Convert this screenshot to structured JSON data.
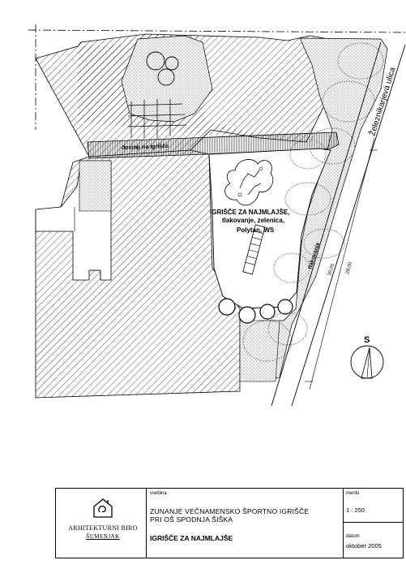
{
  "plan": {
    "street_label": "Železnikarjeva ulica",
    "area_label_1": "IGRIŠČE ZA NAJMLAJŠE,",
    "area_label_2": "tlakovanje, zelenica,",
    "area_label_3": "Polytan, WS",
    "path_label": "tlakovanje",
    "top_label": "dostop na igrišče",
    "dim_28": "28,00",
    "dim_30": "30,00",
    "north_label": "S"
  },
  "title_block": {
    "logo_line1": "ARHITEKTURNI BIRO",
    "logo_line2": "ŠUMENJAK",
    "vsebina_label": "vsebina",
    "project_line1": "ZUNANJE VEČNAMENSKO ŠPORTNO IGRIŠČE",
    "project_line2": "PRI OŠ SPODNJA ŠIŠKA",
    "drawing_title": "IGRIŠČE ZA NAJMLAJŠE",
    "merilo_label": "merilo",
    "merilo_value": "1 : 250",
    "datum_label": "datum",
    "datum_value": "oktober 2005"
  }
}
